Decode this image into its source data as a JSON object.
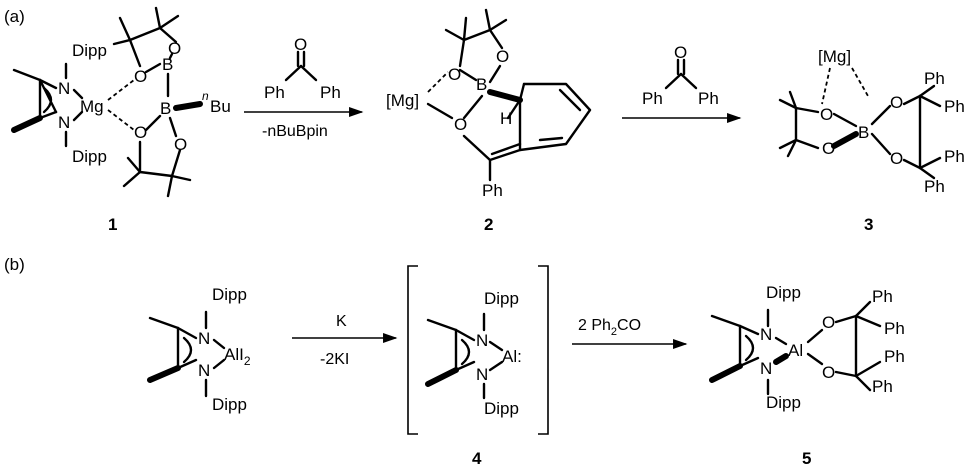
{
  "panels": {
    "a": "(a)",
    "b": "(b)"
  },
  "compounds": {
    "c1": "1",
    "c2": "2",
    "c3": "3",
    "c4": "4",
    "c5": "5"
  },
  "atoms": {
    "mg": "Mg",
    "mg_bracket": "[Mg]",
    "n": "N",
    "b": "B",
    "o": "O",
    "h": "H",
    "al": "Al",
    "al_lonepair": "Al:",
    "ali2": "AlI",
    "ali2_sub": "2",
    "dipp": "Dipp",
    "ph": "Ph",
    "bu_prefix": "n",
    "bu": "Bu"
  },
  "conditions": {
    "step1_below": "-nBuBpin",
    "step_b1_above": "K",
    "step_b1_below": "-2KI",
    "step_b2_above_a": "2 Ph",
    "step_b2_above_sub": "2",
    "step_b2_above_b": "CO"
  }
}
